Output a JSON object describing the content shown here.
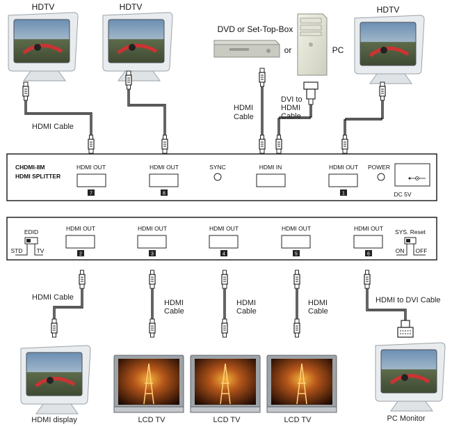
{
  "top_devices": {
    "hdtv_1": "HDTV",
    "hdtv_2": "HDTV",
    "hdtv_3": "HDTV",
    "source_label": "DVD or Set-Top-Box",
    "or_label": "or",
    "pc_label": "PC"
  },
  "top_cables": {
    "cable_1": "HDMI Cable",
    "cable_dvd_1": "HDMI",
    "cable_dvd_2": "Cable",
    "dvi_1": "DVI to",
    "dvi_2": "HDMI",
    "dvi_3": "Cable"
  },
  "splitter_front": {
    "model": "CHDMI-8M",
    "name": "HDMI SPLITTER",
    "ports": [
      {
        "label": "HDMI OUT",
        "number": "7"
      },
      {
        "label": "HDMI OUT",
        "number": "8"
      },
      {
        "label": "HDMI IN"
      },
      {
        "label": "HDMI OUT",
        "number": "1"
      }
    ],
    "sync_label": "SYNC",
    "power_label": "POWER",
    "dc_label": "DC 5V"
  },
  "splitter_back": {
    "edid_label": "EDID",
    "std_label": "STD",
    "tv_label": "TV",
    "ports": [
      {
        "label": "HDMI OUT",
        "number": "2"
      },
      {
        "label": "HDMI OUT",
        "number": "3"
      },
      {
        "label": "HDMI OUT",
        "number": "4"
      },
      {
        "label": "HDMI OUT",
        "number": "5"
      },
      {
        "label": "HDMI OUT",
        "number": "6"
      }
    ],
    "sys_reset_label": "SYS. Reset",
    "on_label": "ON",
    "off_label": "OFF"
  },
  "bottom_cables": {
    "cable_1": "HDMI Cable",
    "cable_2a": "HDMI",
    "cable_2b": "Cable",
    "cable_3a": "HDMI",
    "cable_3b": "Cable",
    "cable_4a": "HDMI",
    "cable_4b": "Cable",
    "dvi_cable": "HDMI to DVI Cable"
  },
  "bottom_devices": {
    "display": "HDMI display",
    "lcd_1": "LCD TV",
    "lcd_2": "LCD TV",
    "lcd_3": "LCD TV",
    "pc_monitor": "PC Monitor"
  }
}
